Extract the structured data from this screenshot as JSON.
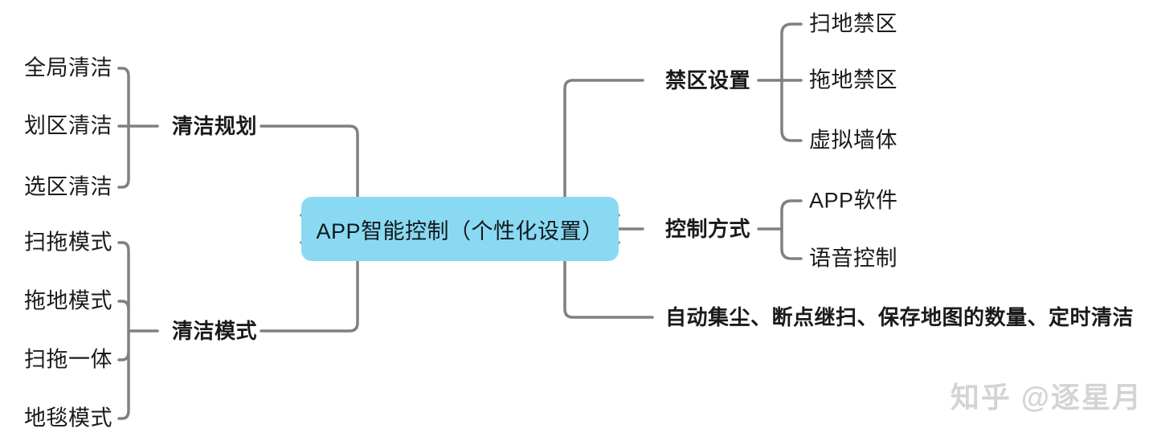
{
  "diagram": {
    "type": "mind-map",
    "title": "APP智能控制（个性化设置）",
    "center": {
      "label": "APP智能控制（个性化设置）",
      "fill_color": "#8ad9f2",
      "text_color": "#12181c"
    },
    "connector_color": "#808080",
    "left_branches": [
      {
        "label": "清洁规划",
        "children": [
          "全局清洁",
          "划区清洁",
          "选区清洁"
        ]
      },
      {
        "label": "清洁模式",
        "children": [
          "扫拖模式",
          "拖地模式",
          "扫拖一体",
          "地毯模式"
        ]
      }
    ],
    "right_branches": [
      {
        "label": "禁区设置",
        "children": [
          "扫地禁区",
          "拖地禁区",
          "虚拟墙体"
        ]
      },
      {
        "label": "控制方式",
        "children": [
          "APP软件",
          "语音控制"
        ]
      },
      {
        "label": "自动集尘、断点继扫、保存地图的数量、定时清洁",
        "children": []
      }
    ]
  },
  "watermark": {
    "text": "知乎 @逐星月",
    "color": "#d4d4d4"
  }
}
